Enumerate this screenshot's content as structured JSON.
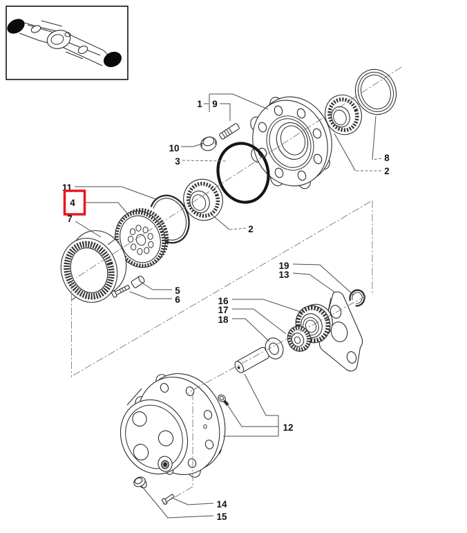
{
  "figure": {
    "type": "exploded-parts-diagram",
    "background": "#ffffff",
    "line_color": "#2b2b2b"
  },
  "highlight": {
    "label": "4",
    "color": "#e8171f"
  },
  "callouts": [
    "1",
    "9",
    "10",
    "3",
    "8",
    "2",
    "11",
    "4",
    "7",
    "2",
    "5",
    "6",
    "19",
    "13",
    "16",
    "17",
    "18",
    "12",
    "14",
    "15"
  ]
}
